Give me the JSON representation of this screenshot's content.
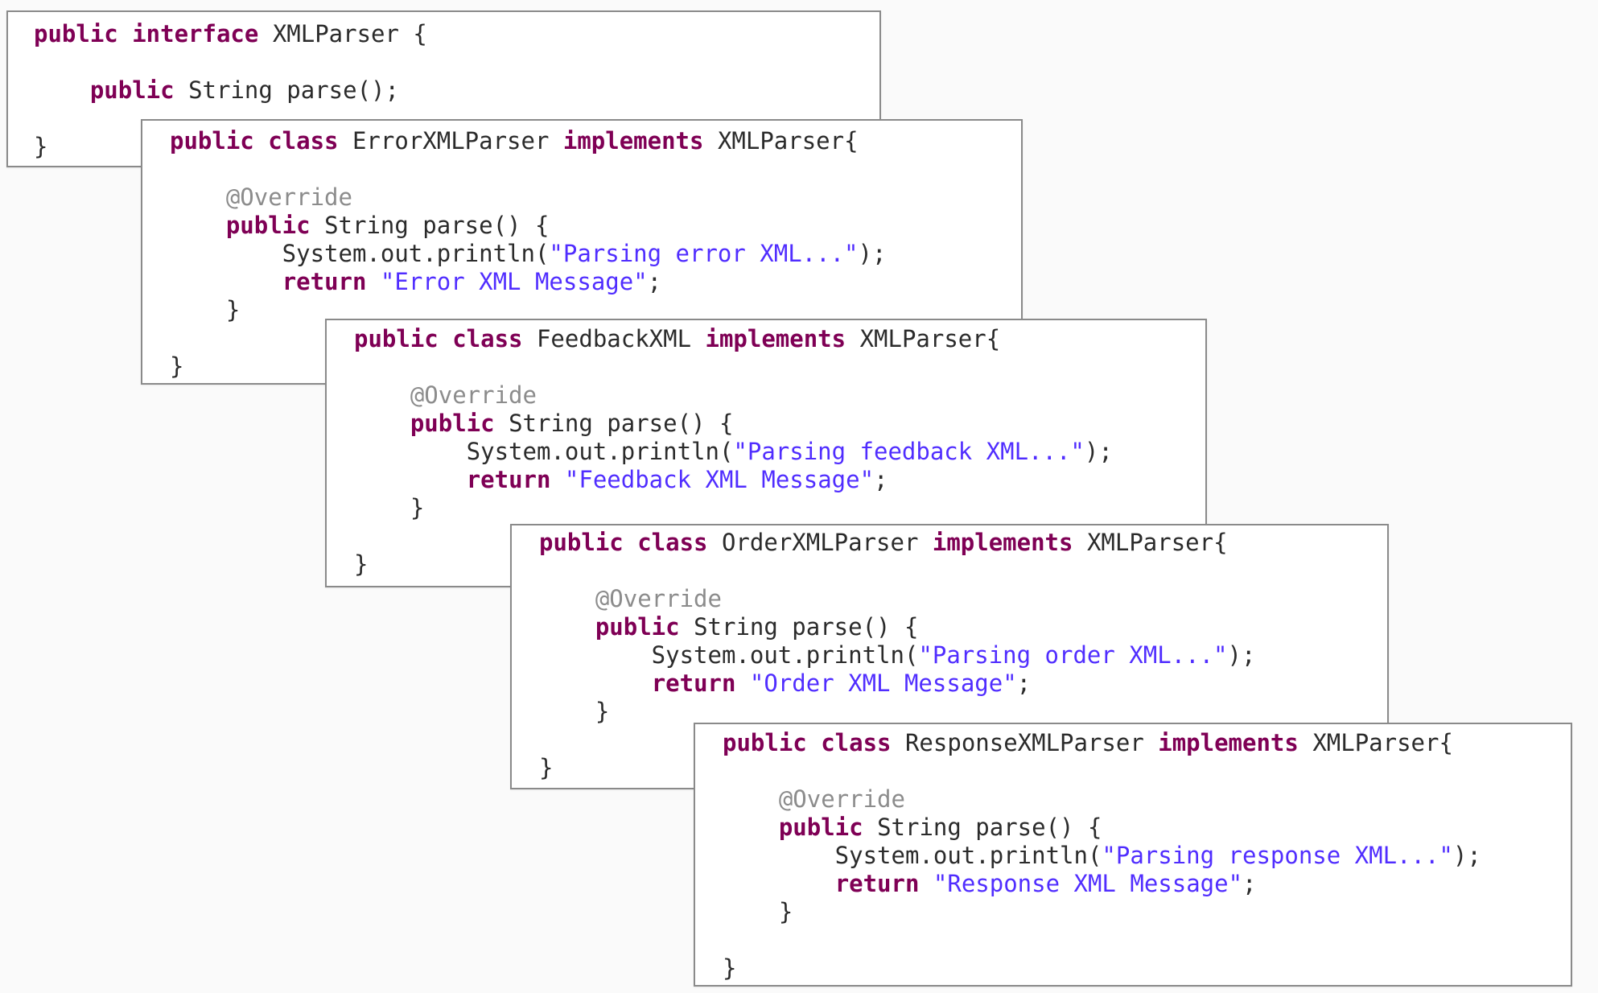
{
  "colors": {
    "keyword": "#7f0055",
    "annotation": "#8c8c8c",
    "string": "#2a00ff",
    "text": "#2b2b2b",
    "panel_border": "#8a8a8a",
    "background": "#fafafa"
  },
  "panels": [
    {
      "lines": [
        [
          {
            "t": "kw",
            "v": "public interface"
          },
          {
            "t": "txt",
            "v": " XMLParser {"
          }
        ],
        [],
        [
          {
            "t": "txt",
            "v": "    "
          },
          {
            "t": "kw",
            "v": "public"
          },
          {
            "t": "txt",
            "v": " String parse();"
          }
        ],
        [],
        [
          {
            "t": "txt",
            "v": "}"
          }
        ]
      ]
    },
    {
      "lines": [
        [
          {
            "t": "kw",
            "v": "public class"
          },
          {
            "t": "txt",
            "v": " ErrorXMLParser "
          },
          {
            "t": "kw",
            "v": "implements"
          },
          {
            "t": "txt",
            "v": " XMLParser{"
          }
        ],
        [],
        [
          {
            "t": "txt",
            "v": "    "
          },
          {
            "t": "ann",
            "v": "@Override"
          }
        ],
        [
          {
            "t": "txt",
            "v": "    "
          },
          {
            "t": "kw",
            "v": "public"
          },
          {
            "t": "txt",
            "v": " String parse() {"
          }
        ],
        [
          {
            "t": "txt",
            "v": "        System.out.println("
          },
          {
            "t": "str",
            "v": "\"Parsing error XML...\""
          },
          {
            "t": "txt",
            "v": ");"
          }
        ],
        [
          {
            "t": "txt",
            "v": "        "
          },
          {
            "t": "kw",
            "v": "return"
          },
          {
            "t": "txt",
            "v": " "
          },
          {
            "t": "str",
            "v": "\"Error XML Message\""
          },
          {
            "t": "txt",
            "v": ";"
          }
        ],
        [
          {
            "t": "txt",
            "v": "    }"
          }
        ],
        [],
        [
          {
            "t": "txt",
            "v": "}"
          }
        ]
      ]
    },
    {
      "lines": [
        [
          {
            "t": "kw",
            "v": "public class"
          },
          {
            "t": "txt",
            "v": " FeedbackXML "
          },
          {
            "t": "kw",
            "v": "implements"
          },
          {
            "t": "txt",
            "v": " XMLParser{"
          }
        ],
        [],
        [
          {
            "t": "txt",
            "v": "    "
          },
          {
            "t": "ann",
            "v": "@Override"
          }
        ],
        [
          {
            "t": "txt",
            "v": "    "
          },
          {
            "t": "kw",
            "v": "public"
          },
          {
            "t": "txt",
            "v": " String parse() {"
          }
        ],
        [
          {
            "t": "txt",
            "v": "        System.out.println("
          },
          {
            "t": "str",
            "v": "\"Parsing feedback XML...\""
          },
          {
            "t": "txt",
            "v": ");"
          }
        ],
        [
          {
            "t": "txt",
            "v": "        "
          },
          {
            "t": "kw",
            "v": "return"
          },
          {
            "t": "txt",
            "v": " "
          },
          {
            "t": "str",
            "v": "\"Feedback XML Message\""
          },
          {
            "t": "txt",
            "v": ";"
          }
        ],
        [
          {
            "t": "txt",
            "v": "    }"
          }
        ],
        [],
        [
          {
            "t": "txt",
            "v": "}"
          }
        ]
      ]
    },
    {
      "lines": [
        [
          {
            "t": "kw",
            "v": "public class"
          },
          {
            "t": "txt",
            "v": " OrderXMLParser "
          },
          {
            "t": "kw",
            "v": "implements"
          },
          {
            "t": "txt",
            "v": " XMLParser{"
          }
        ],
        [],
        [
          {
            "t": "txt",
            "v": "    "
          },
          {
            "t": "ann",
            "v": "@Override"
          }
        ],
        [
          {
            "t": "txt",
            "v": "    "
          },
          {
            "t": "kw",
            "v": "public"
          },
          {
            "t": "txt",
            "v": " String parse() {"
          }
        ],
        [
          {
            "t": "txt",
            "v": "        System.out.println("
          },
          {
            "t": "str",
            "v": "\"Parsing order XML...\""
          },
          {
            "t": "txt",
            "v": ");"
          }
        ],
        [
          {
            "t": "txt",
            "v": "        "
          },
          {
            "t": "kw",
            "v": "return"
          },
          {
            "t": "txt",
            "v": " "
          },
          {
            "t": "str",
            "v": "\"Order XML Message\""
          },
          {
            "t": "txt",
            "v": ";"
          }
        ],
        [
          {
            "t": "txt",
            "v": "    }"
          }
        ],
        [],
        [
          {
            "t": "txt",
            "v": "}"
          }
        ]
      ]
    },
    {
      "lines": [
        [
          {
            "t": "kw",
            "v": "public class"
          },
          {
            "t": "txt",
            "v": " ResponseXMLParser "
          },
          {
            "t": "kw",
            "v": "implements"
          },
          {
            "t": "txt",
            "v": " XMLParser{"
          }
        ],
        [],
        [
          {
            "t": "txt",
            "v": "    "
          },
          {
            "t": "ann",
            "v": "@Override"
          }
        ],
        [
          {
            "t": "txt",
            "v": "    "
          },
          {
            "t": "kw",
            "v": "public"
          },
          {
            "t": "txt",
            "v": " String parse() {"
          }
        ],
        [
          {
            "t": "txt",
            "v": "        System.out.println("
          },
          {
            "t": "str",
            "v": "\"Parsing response XML...\""
          },
          {
            "t": "txt",
            "v": ");"
          }
        ],
        [
          {
            "t": "txt",
            "v": "        "
          },
          {
            "t": "kw",
            "v": "return"
          },
          {
            "t": "txt",
            "v": " "
          },
          {
            "t": "str",
            "v": "\"Response XML Message\""
          },
          {
            "t": "txt",
            "v": ";"
          }
        ],
        [
          {
            "t": "txt",
            "v": "    }"
          }
        ],
        [],
        [
          {
            "t": "txt",
            "v": "}"
          }
        ]
      ]
    }
  ]
}
